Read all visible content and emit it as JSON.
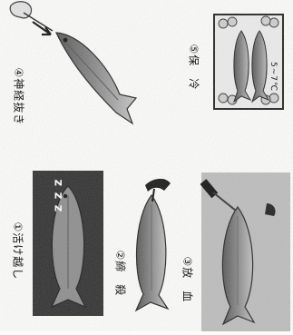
{
  "steps": [
    {
      "label": "①活け越し"
    },
    {
      "label": "②締　殺"
    },
    {
      "label": "③放　血"
    },
    {
      "label": "④神経抜き"
    },
    {
      "label": "⑤保　冷"
    }
  ],
  "sleep_text": "z z z",
  "temperature": "5~7℃"
}
